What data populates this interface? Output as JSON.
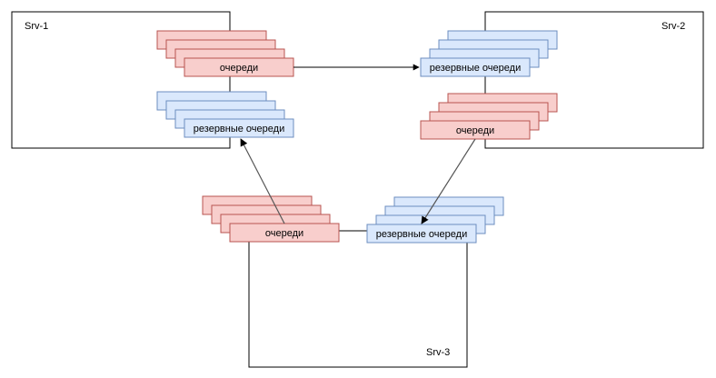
{
  "servers": [
    {
      "id": "srv1",
      "label": "Srv-1",
      "queues_label": "очереди",
      "backup_label": "резервные очереди"
    },
    {
      "id": "srv2",
      "label": "Srv-2",
      "queues_label": "очереди",
      "backup_label": "резервные очереди"
    },
    {
      "id": "srv3",
      "label": "Srv-3",
      "queues_label": "очереди",
      "backup_label": "резервные очереди"
    }
  ],
  "colors": {
    "queue_fill": "#f8cecc",
    "queue_stroke": "#b85450",
    "backup_fill": "#dae8fc",
    "backup_stroke": "#6c8ebf"
  },
  "edges": [
    {
      "from": "srv1.queues",
      "to": "srv2.backup"
    },
    {
      "from": "srv2.queues",
      "to": "srv3.backup"
    },
    {
      "from": "srv3.queues",
      "to": "srv1.backup"
    }
  ]
}
